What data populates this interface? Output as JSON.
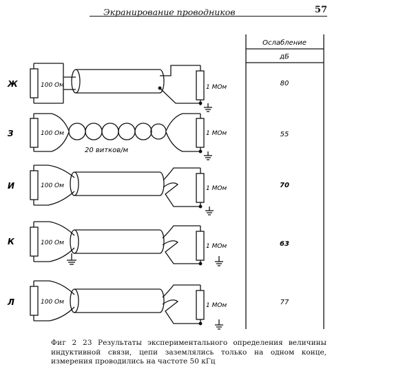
{
  "header": {
    "running_title": "Экранирование проводников",
    "page_number": "57"
  },
  "table": {
    "column_header_line1": "Ослабление",
    "column_header_line2": "дБ"
  },
  "rows": [
    {
      "label": "Ж",
      "left_resistor": "100 Ом",
      "right_resistor": "1 МОм",
      "attenuation": "80"
    },
    {
      "label": "З",
      "left_resistor": "100 Ом",
      "right_resistor": "1 МОм",
      "attenuation": "55",
      "twist_note": "20 витков/м"
    },
    {
      "label": "И",
      "left_resistor": "100 Ом",
      "right_resistor": "1 МОм",
      "attenuation": "70"
    },
    {
      "label": "К",
      "left_resistor": "100 Ом",
      "right_resistor": "1 МОм",
      "attenuation": "63"
    },
    {
      "label": "Л",
      "left_resistor": "100 Ом",
      "right_resistor": "1 МОм",
      "attenuation": "77"
    }
  ],
  "caption": {
    "label": "Фиг 2 23",
    "text": "Результаты экспериментального определения величины индуктивной связи, цепи заземлялись только на одном конце, измерения проводились на частоте 50 кГц"
  }
}
